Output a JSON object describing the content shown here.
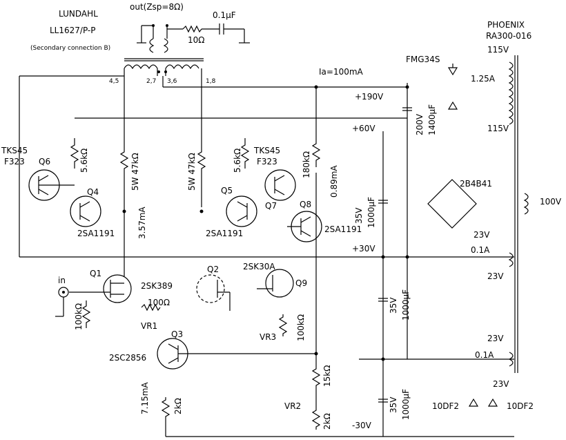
{
  "labels": {
    "lundahl": "LUNDAHL",
    "lundahl_model": "LL1627/P-P",
    "lundahl_note": "(Secondary connection B)",
    "out": "out(Zsp=8Ω)",
    "r_10": "10Ω",
    "c_01": "0.1μF",
    "pins_45": "4,5",
    "pins_27": "2,7",
    "pins_36": "3,6",
    "pins_18": "1,8",
    "ia": "Ia=100mA",
    "v190": "+190V",
    "v60": "+60V",
    "v30": "+30V",
    "vneg30": "-30V",
    "phoenix": "PHOENIX",
    "phoenix_model": "RA300-016",
    "v115a": "115V",
    "v115b": "115V",
    "fmg": "FMG34S",
    "i125": "1.25A",
    "cap_200": "200V",
    "cap_1400": "1400μF",
    "q6": "Q6",
    "tks45_a": "TKS45",
    "f323_a": "F323",
    "tks45_b": "TKS45",
    "f323_b": "F323",
    "r56a": "5.6kΩ",
    "r56b": "5.6kΩ",
    "r47a": "5W 47kΩ",
    "r47b": "5W 47kΩ",
    "r180": "180kΩ",
    "i089": "0.89mA",
    "q4": "Q4",
    "q5": "Q5",
    "q7": "Q7",
    "q8": "Q8",
    "sa1191_a": "2SA1191",
    "sa1191_b": "2SA1191",
    "sa1191_c": "2SA1191",
    "i357": "3.57mA",
    "cap_35a": "35V",
    "cap_1000a": "1000μF",
    "bridge": "2B4B41",
    "v100": "100V",
    "v23a": "23V",
    "v23b": "23V",
    "v23c": "23V",
    "v23d": "23V",
    "i01a": "0.1A",
    "i01b": "0.1A",
    "q1": "Q1",
    "q2": "Q2",
    "sk389": "2SK389",
    "in": "in",
    "r100k": "100kΩ",
    "r100": "100Ω",
    "vr1": "VR1",
    "sk30a": "2SK30A",
    "q9": "Q9",
    "vr3": "VR3",
    "r100k_b": "100kΩ",
    "q3": "Q3",
    "sc2856": "2SC2856",
    "i715": "7.15mA",
    "r2k": "2kΩ",
    "cap_35b": "35V",
    "cap_1000b": "1000μF",
    "r15k": "15kΩ",
    "vr2": "VR2",
    "r2k_b": "2kΩ",
    "cap_35c": "35V",
    "cap_1000c": "1000μF",
    "df2a": "10DF2",
    "df2b": "10DF2"
  }
}
